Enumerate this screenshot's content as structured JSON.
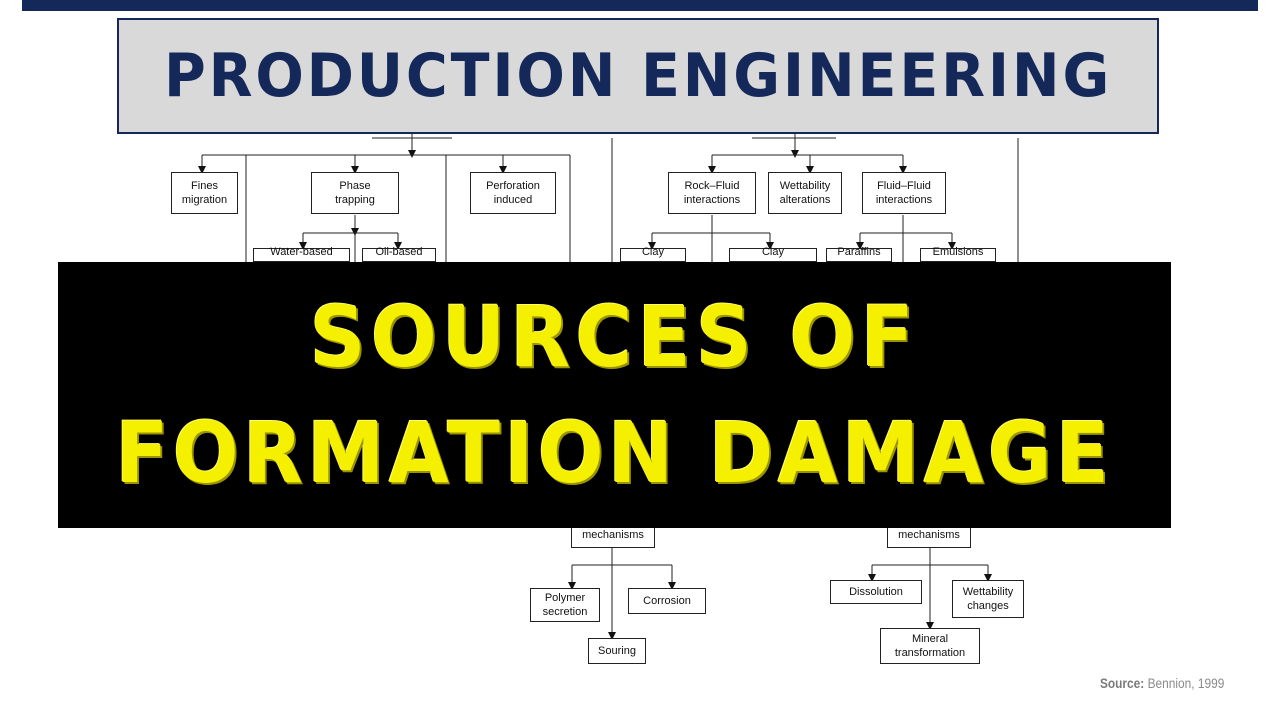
{
  "title": "PRODUCTION ENGINEERING",
  "banner": {
    "line1": "SOURCES OF",
    "line2": "FORMATION DAMAGE"
  },
  "source": {
    "label": "Source:",
    "text": "Bennion, 1999"
  },
  "diagram": {
    "fines_migration": "Fines\nmigration",
    "phase_trapping": "Phase\ntrapping",
    "perforation_induced": "Perforation\ninduced",
    "water_based": "Water-based",
    "oil_based": "Oil-based",
    "rock_fluid": "Rock–Fluid\ninteractions",
    "wettability_alterations": "Wettability\nalterations",
    "fluid_fluid": "Fluid–Fluid\ninteractions",
    "clay_1": "Clay",
    "clay_2": "Clay",
    "paraffins": "Paraffins",
    "emulsions": "Emulsions",
    "mechanisms_left": "mechanisms",
    "polymer_secretion": "Polymer\nsecretion",
    "corrosion": "Corrosion",
    "souring": "Souring",
    "mechanisms_right": "mechanisms",
    "dissolution": "Dissolution",
    "wettability_changes": "Wettability\nchanges",
    "mineral_transformation": "Mineral\ntransformation"
  },
  "colors": {
    "navy": "#14285a",
    "title_bg": "#d9d9d9",
    "banner_bg": "#000000",
    "banner_text": "#f4f000"
  }
}
